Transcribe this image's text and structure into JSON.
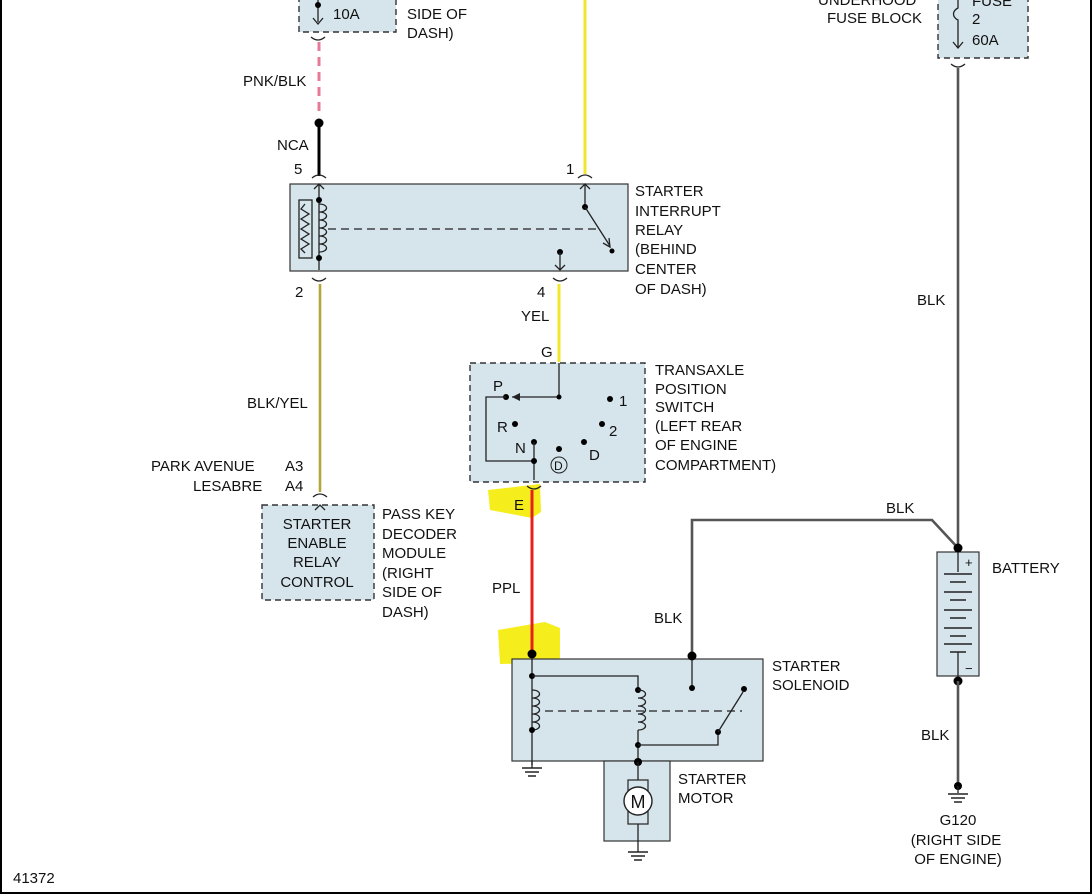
{
  "diagram_id": "41372",
  "fuse_10a": {
    "rating": "10A",
    "location_line2": "SIDE OF",
    "location_line3": "DASH)"
  },
  "underhood_fuse": {
    "name_line1": "UNDERHOOD",
    "name_line2": "FUSE BLOCK",
    "label_line1": "FUSE",
    "label_line2": "2",
    "rating": "60A"
  },
  "wires": {
    "pnk_blk": "PNK/BLK",
    "blk_yel": "BLK/YEL",
    "yel": "YEL",
    "ppl": "PPL",
    "blk_top_right": "BLK",
    "blk_battery_top": "BLK",
    "blk_solenoid": "BLK",
    "blk_ground": "BLK"
  },
  "relay": {
    "lines": [
      "STARTER",
      "INTERRUPT",
      "RELAY",
      "(BEHIND",
      "CENTER",
      "OF DASH)"
    ],
    "pin5": "5",
    "pin1": "1",
    "pin2": "2",
    "pin4": "4",
    "nca": "NCA"
  },
  "transaxle": {
    "lines": [
      "TRANSAXLE",
      "POSITION",
      "SWITCH",
      "(LEFT REAR",
      "OF ENGINE",
      "COMPARTMENT)"
    ],
    "pin_g": "G",
    "pin_e": "E",
    "pos_p": "P",
    "pos_r": "R",
    "pos_n": "N",
    "pos_d_circle": "D",
    "pos_d": "D",
    "pos_1": "1",
    "pos_2": "2"
  },
  "decoder": {
    "box_lines": [
      "STARTER",
      "ENABLE",
      "RELAY",
      "CONTROL"
    ],
    "module_lines": [
      "PASS KEY",
      "DECODER",
      "MODULE",
      "(RIGHT",
      "SIDE OF",
      "DASH)"
    ],
    "park_avenue": "PARK AVENUE",
    "park_pin": "A3",
    "lesabre": "LESABRE",
    "lesabre_pin": "A4"
  },
  "battery": {
    "label": "BATTERY",
    "plus": "+",
    "minus": "−"
  },
  "solenoid": {
    "lines": [
      "STARTER",
      "SOLENOID"
    ]
  },
  "motor": {
    "lines": [
      "STARTER",
      "MOTOR"
    ],
    "symbol": "M"
  },
  "ground_g120": {
    "lines": [
      "G120",
      "(RIGHT SIDE",
      "OF ENGINE)"
    ]
  },
  "colors": {
    "yellow_wire": "#f0e62a",
    "pink_wire": "#e87a99",
    "red_wire": "#e8201a",
    "highlight": "#f5ee1c",
    "box_fill": "#d6e4ec",
    "wire_gray": "#555555"
  }
}
